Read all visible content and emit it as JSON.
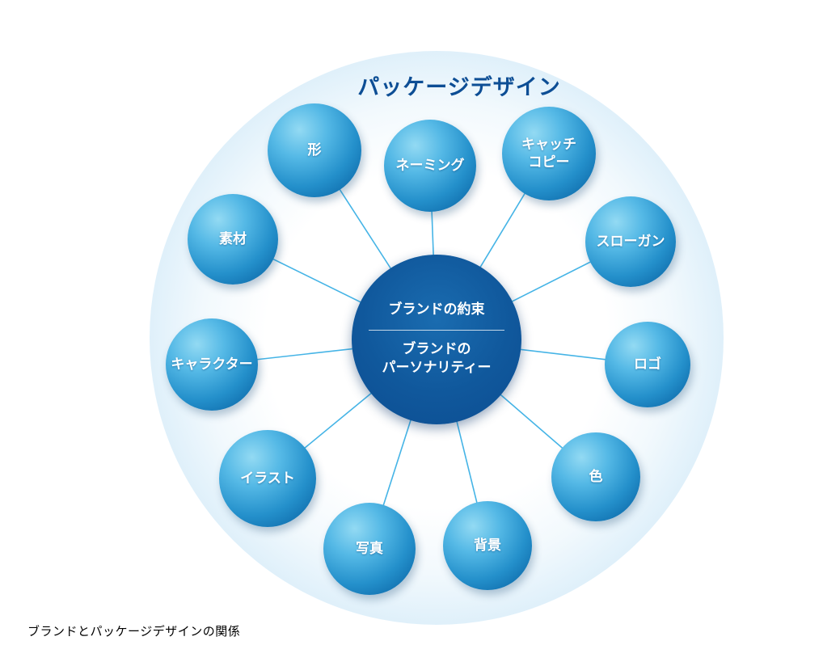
{
  "diagram": {
    "title": "パッケージデザイン",
    "center": {
      "top_label": "ブランドの約束",
      "bottom_label": "ブランドの\nパーソナリティー"
    },
    "nodes": [
      {
        "label": "形"
      },
      {
        "label": "ネーミング"
      },
      {
        "label": "キャッチ\nコピー"
      },
      {
        "label": "スローガン"
      },
      {
        "label": "ロゴ"
      },
      {
        "label": "色"
      },
      {
        "label": "背景"
      },
      {
        "label": "写真"
      },
      {
        "label": "イラスト"
      },
      {
        "label": "キャラクター"
      },
      {
        "label": "素材"
      }
    ],
    "caption": "ブランドとパッケージデザインの関係",
    "colors": {
      "title_text": "#0d4e95",
      "outer_circle_edge": "#a9d4ee",
      "node_fill_light": "#93daf3",
      "node_fill_dark": "#0e5f9f",
      "center_fill": "#0c4d92",
      "connector_line": "#45b4e6",
      "node_text": "#ffffff",
      "caption_text": "#000000"
    }
  }
}
